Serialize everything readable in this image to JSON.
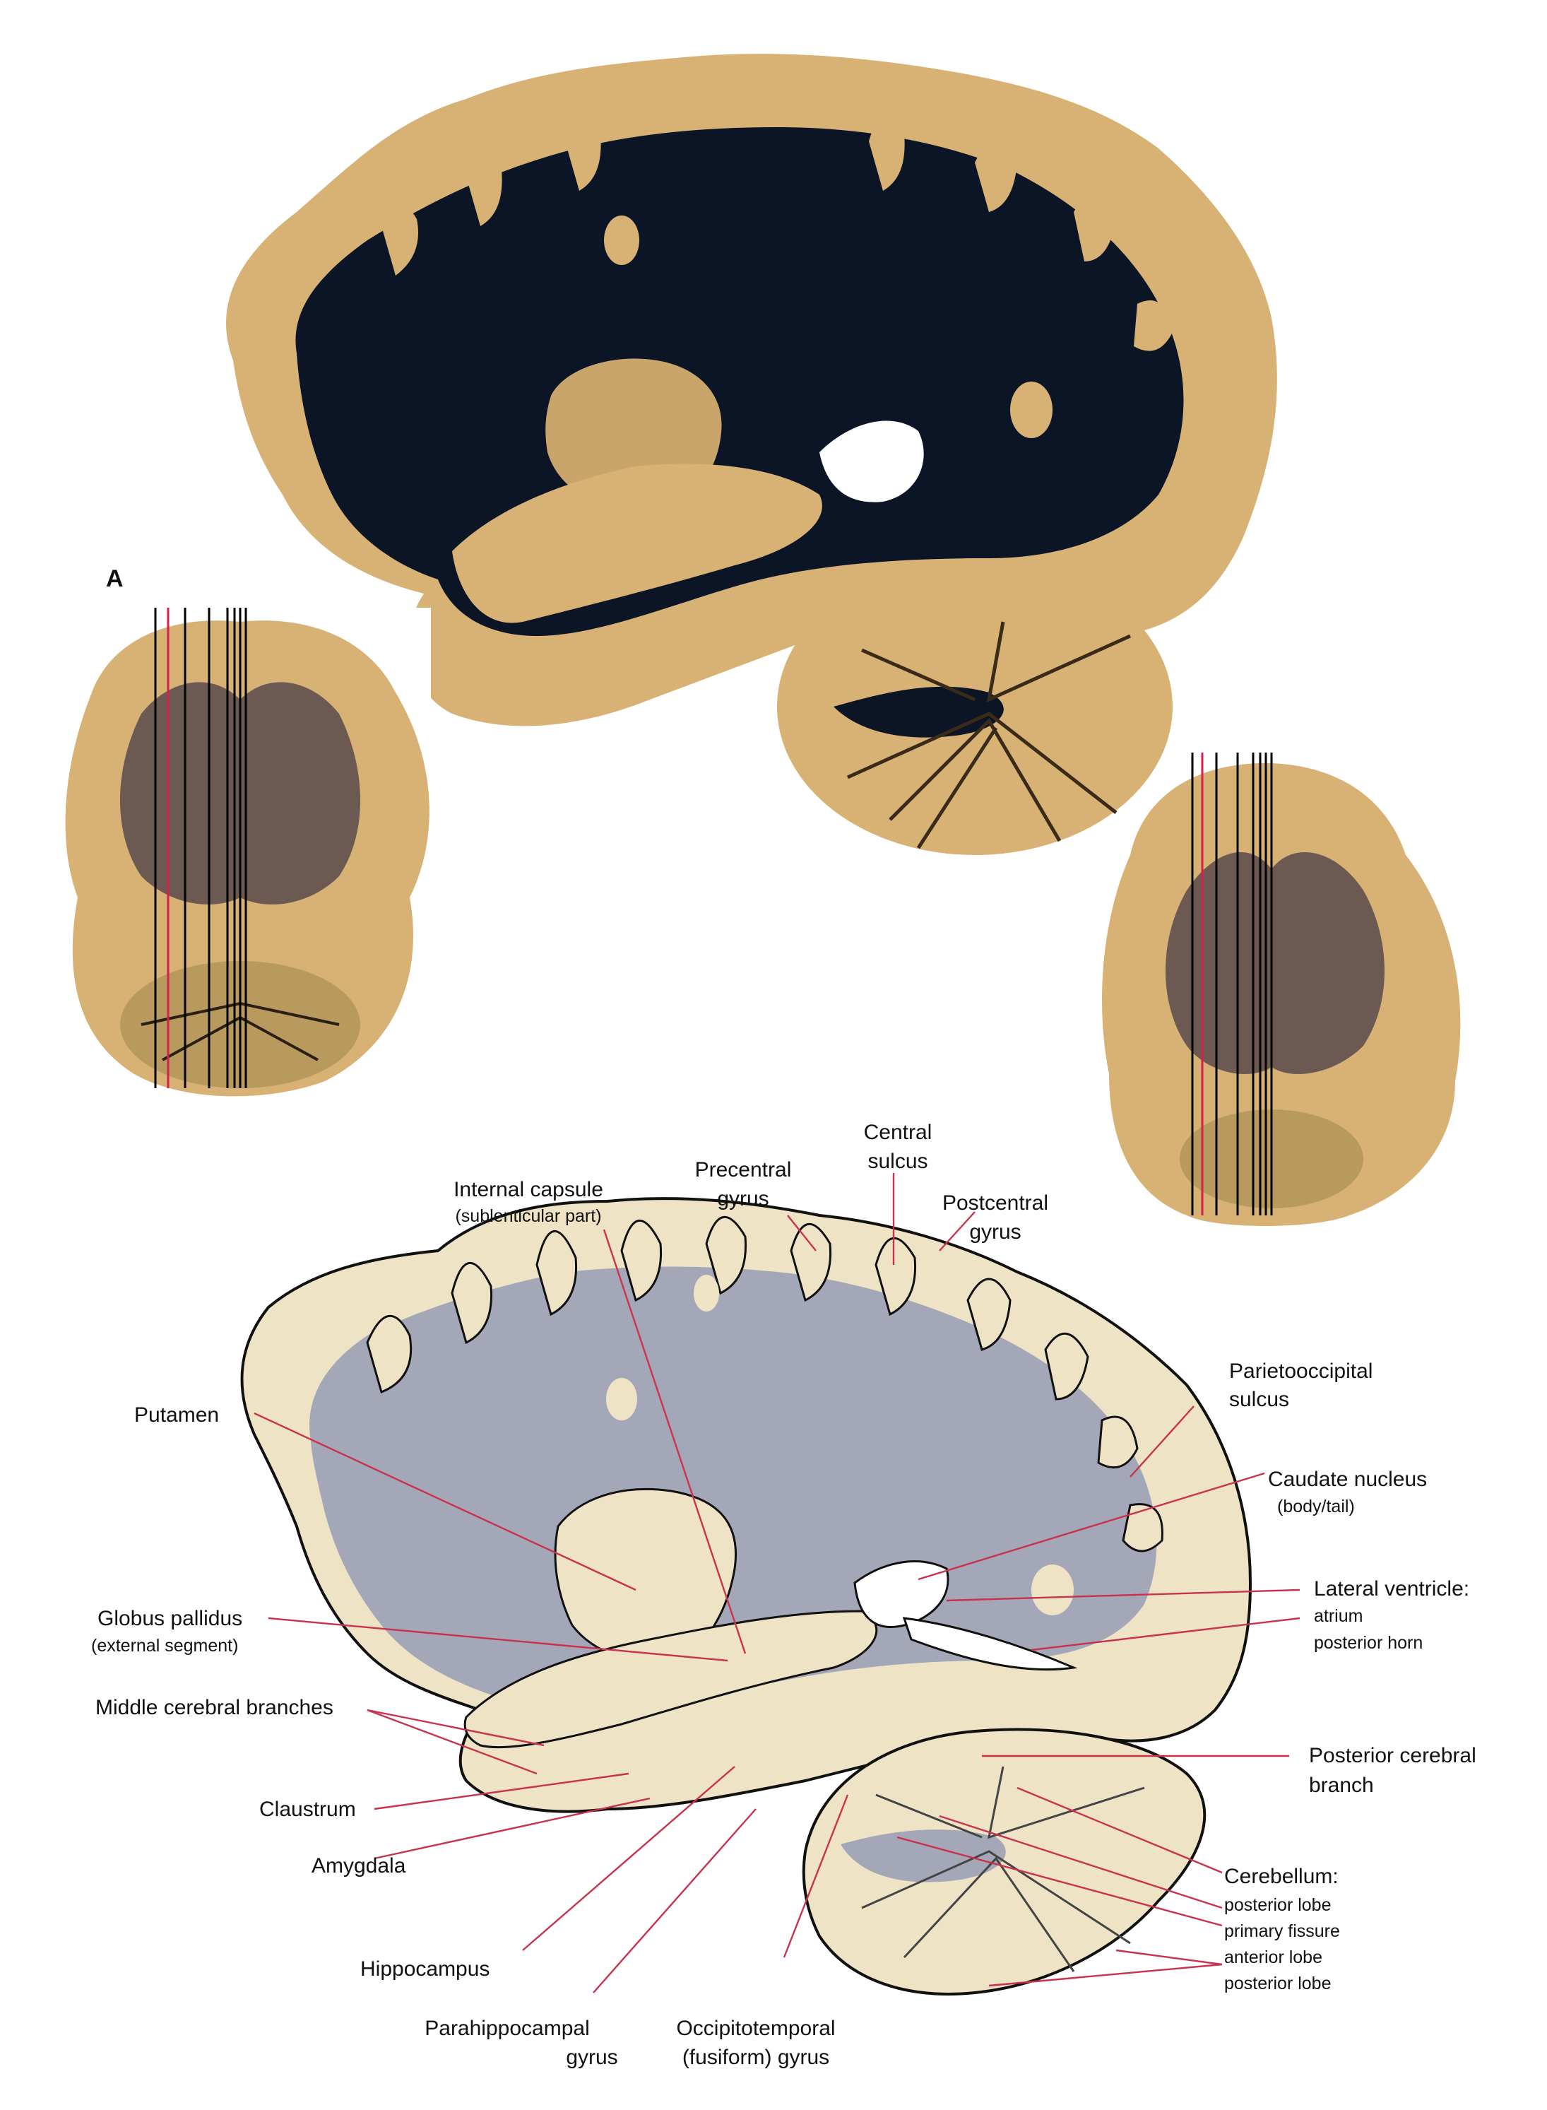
{
  "panel_letter": "A",
  "labels": {
    "central_sulcus": [
      "Central",
      "sulcus"
    ],
    "precentral_gyrus": [
      "Precentral",
      "gyrus"
    ],
    "postcentral_gyrus": [
      "Postcentral",
      "gyrus"
    ],
    "internal_capsule": "Internal capsule",
    "internal_capsule_sub": "(sublenticular part)",
    "parietooccipital_sulcus": [
      "Parietooccipital",
      "sulcus"
    ],
    "putamen": "Putamen",
    "caudate_nucleus": "Caudate nucleus",
    "caudate_nucleus_sub": "(body/tail)",
    "globus_pallidus": "Globus pallidus",
    "globus_pallidus_sub": "(external segment)",
    "lateral_ventricle": "Lateral ventricle:",
    "atrium": "atrium",
    "posterior_horn": "posterior horn",
    "middle_cerebral_branches": "Middle cerebral branches",
    "posterior_cerebral_branch": [
      "Posterior cerebral",
      "branch"
    ],
    "claustrum": "Claustrum",
    "amygdala": "Amygdala",
    "cerebellum": "Cerebellum:",
    "cb_posterior_lobe_1": "posterior lobe",
    "cb_primary_fissure": "primary fissure",
    "cb_anterior_lobe": "anterior lobe",
    "cb_posterior_lobe_2": "posterior lobe",
    "hippocampus": "Hippocampus",
    "parahippocampal_gyrus": [
      "Parahippocampal",
      "gyrus"
    ],
    "occipitotemporal_gyrus": [
      "Occipitotemporal",
      "(fusiform) gyrus"
    ]
  },
  "colors": {
    "gray_matter_stain": "#d8b274",
    "white_matter_stain": "#0b1526",
    "drawing_gray_matter": "#efe3c6",
    "drawing_white_matter": "#a4a7b7",
    "leader_line": "#c8324e",
    "section_line_black": "#000000",
    "section_line_red": "#d4204a"
  }
}
